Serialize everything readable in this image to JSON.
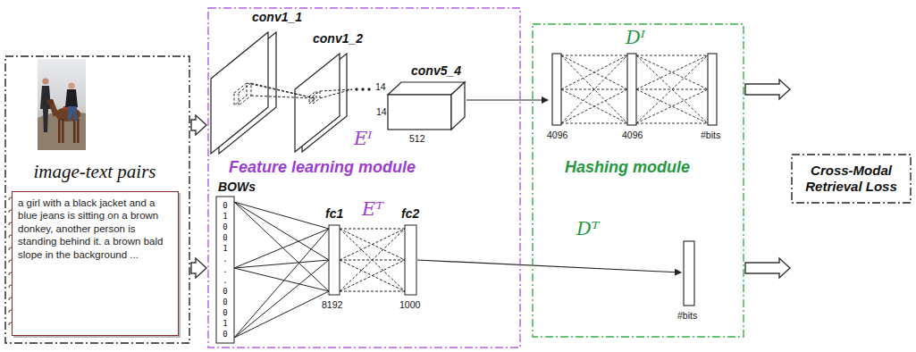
{
  "diagram": {
    "nodes": [
      {
        "text": [
          "image-text pairs"
        ]
      },
      {
        "text": [
          "a girl with a black jacket and a blue jeans is sitting on a brown donkey, another person is standing behind it. a brown bald slope in the background ..."
        ],
        "in": 0
      },
      {
        "text": [
          "Feature learning module"
        ]
      },
      {
        "text": [
          "Hashing module"
        ]
      },
      {
        "text": [
          "Cross-Modal Retrieval Loss"
        ]
      }
    ],
    "edges": [
      {
        "from": 0,
        "to": 2,
        "arrow": "to"
      },
      {
        "from": 0,
        "to": 2,
        "arrow": "to"
      },
      {
        "from": 3,
        "to": 4,
        "arrow": "to"
      },
      {
        "from": 3,
        "to": 4,
        "arrow": "to"
      }
    ],
    "labels": [
      "conv1_1",
      "conv1_2",
      "conv5_4",
      "14",
      "14",
      "512",
      "Eᴵ",
      "BOWs",
      "0 1 0 0 1 . . . 0 0 0 1 0",
      "fc1",
      "fc2",
      "8192",
      "1000",
      "Eᵀ",
      "Dᴵ",
      "4096",
      "4096",
      "#bits",
      "Dᵀ",
      "#bits"
    ]
  }
}
